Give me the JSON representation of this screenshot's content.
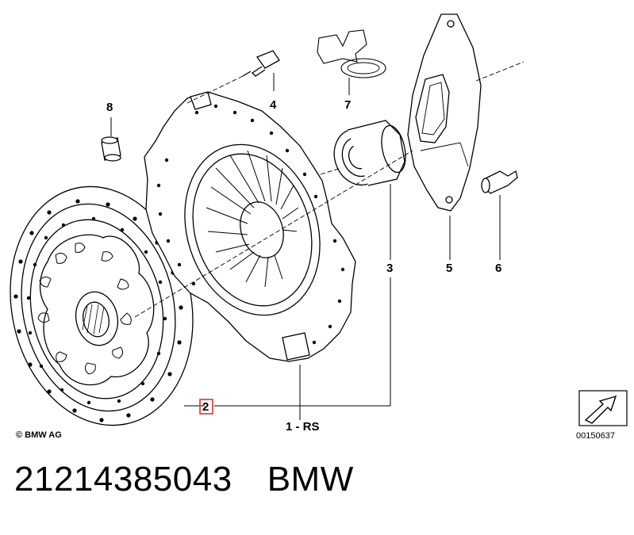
{
  "callouts": {
    "c1": "1 - RS",
    "c2": "2",
    "c3": "3",
    "c4": "4",
    "c5": "5",
    "c6": "6",
    "c7": "7",
    "c8": "8"
  },
  "copyright": "© BMW AG",
  "drawing_number": "00150637",
  "footer": {
    "part_number": "21214385043",
    "brand": "BMW"
  },
  "colors": {
    "line": "#000000",
    "highlight": "#e03030"
  }
}
